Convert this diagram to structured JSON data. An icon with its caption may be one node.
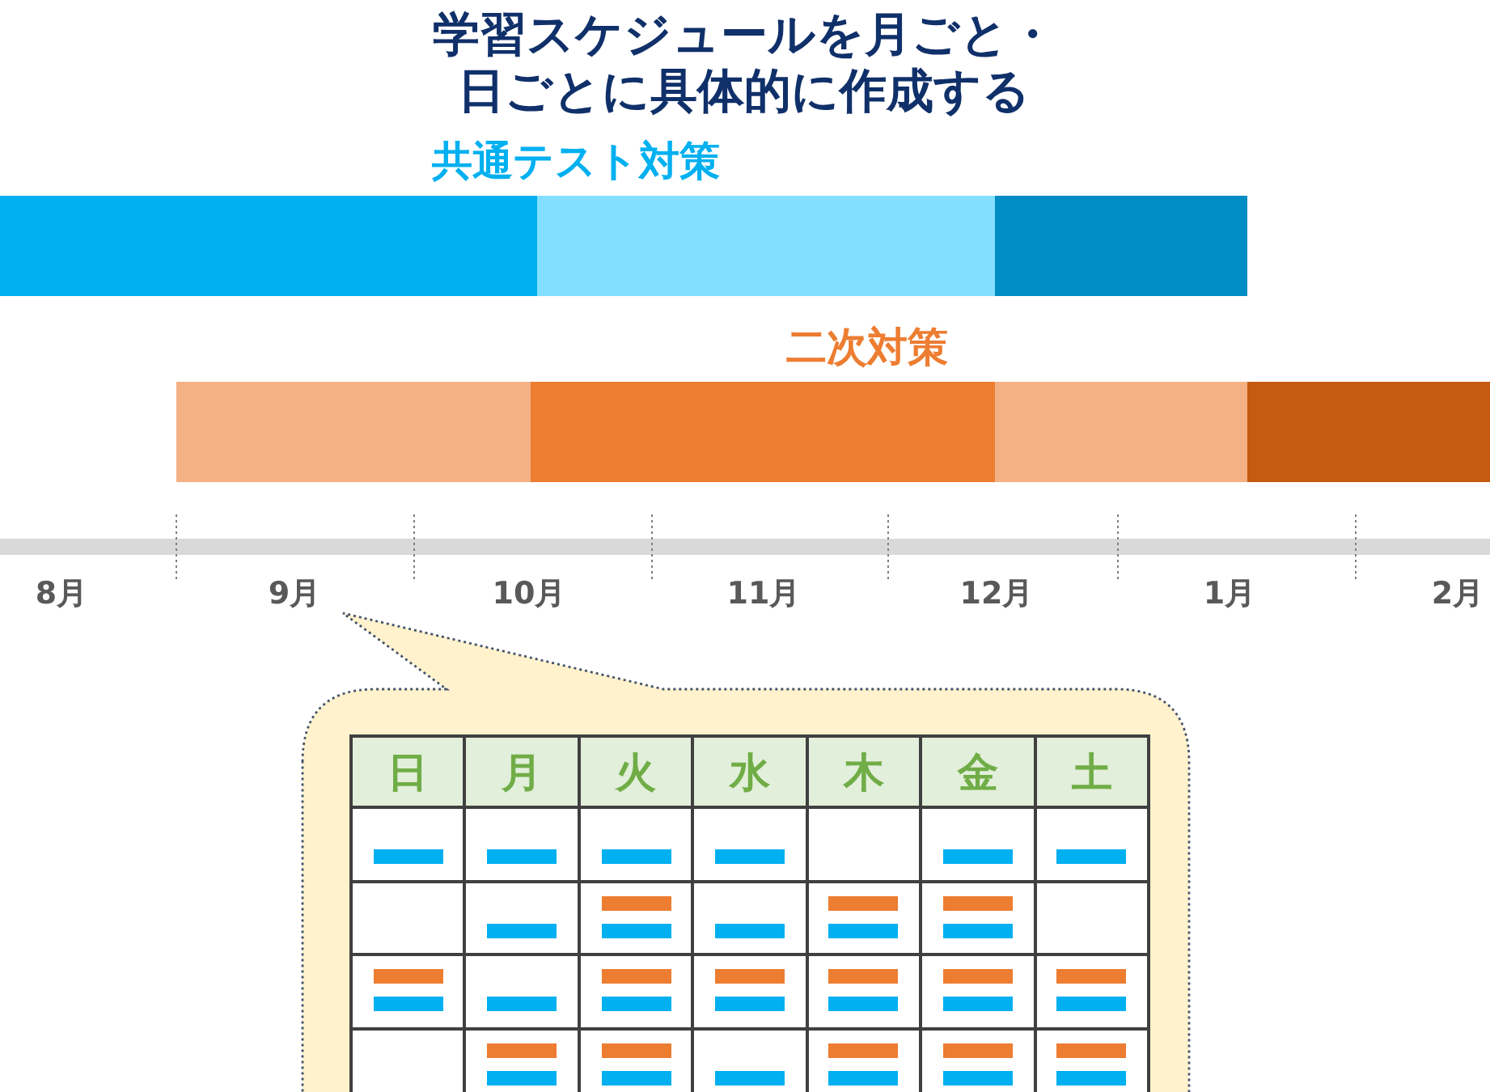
{
  "diagram": {
    "title": "学習スケジュールを月ごと・日ごとに具体的に作成する",
    "nodes": [
      {
        "text": [
          "共通テスト対策"
        ]
      },
      {
        "text": [
          "二次対策"
        ]
      }
    ],
    "edges": [],
    "labels": [
      "8月",
      "9月",
      "10月",
      "11月",
      "12月",
      "1月",
      "2月",
      "日",
      "月",
      "火",
      "水",
      "木",
      "金",
      "土"
    ]
  }
}
